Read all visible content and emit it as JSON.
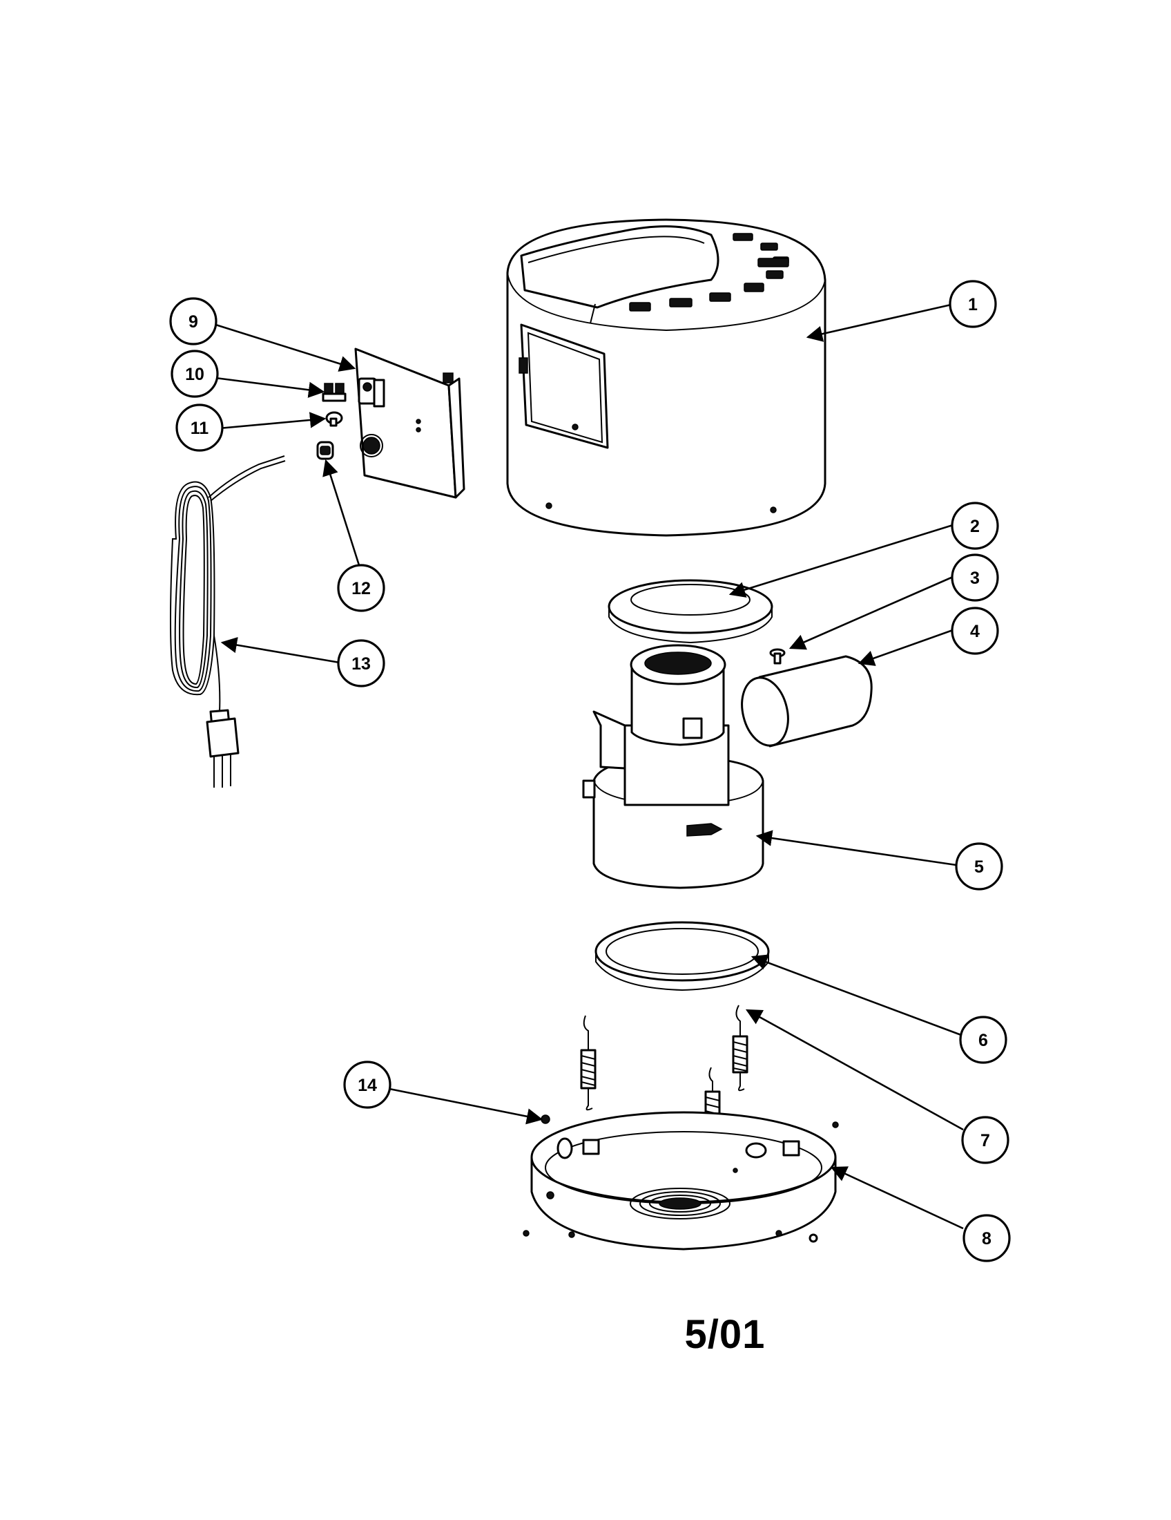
{
  "diagram": {
    "callouts": [
      {
        "id": 1,
        "label": "1"
      },
      {
        "id": 2,
        "label": "2"
      },
      {
        "id": 3,
        "label": "3"
      },
      {
        "id": 4,
        "label": "4"
      },
      {
        "id": 5,
        "label": "5"
      },
      {
        "id": 6,
        "label": "6"
      },
      {
        "id": 7,
        "label": "7"
      },
      {
        "id": 8,
        "label": "8"
      },
      {
        "id": 9,
        "label": "9"
      },
      {
        "id": 10,
        "label": "10"
      },
      {
        "id": 11,
        "label": "11"
      },
      {
        "id": 12,
        "label": "12"
      },
      {
        "id": 13,
        "label": "13"
      },
      {
        "id": 14,
        "label": "14"
      }
    ],
    "date_code": "5/01"
  }
}
